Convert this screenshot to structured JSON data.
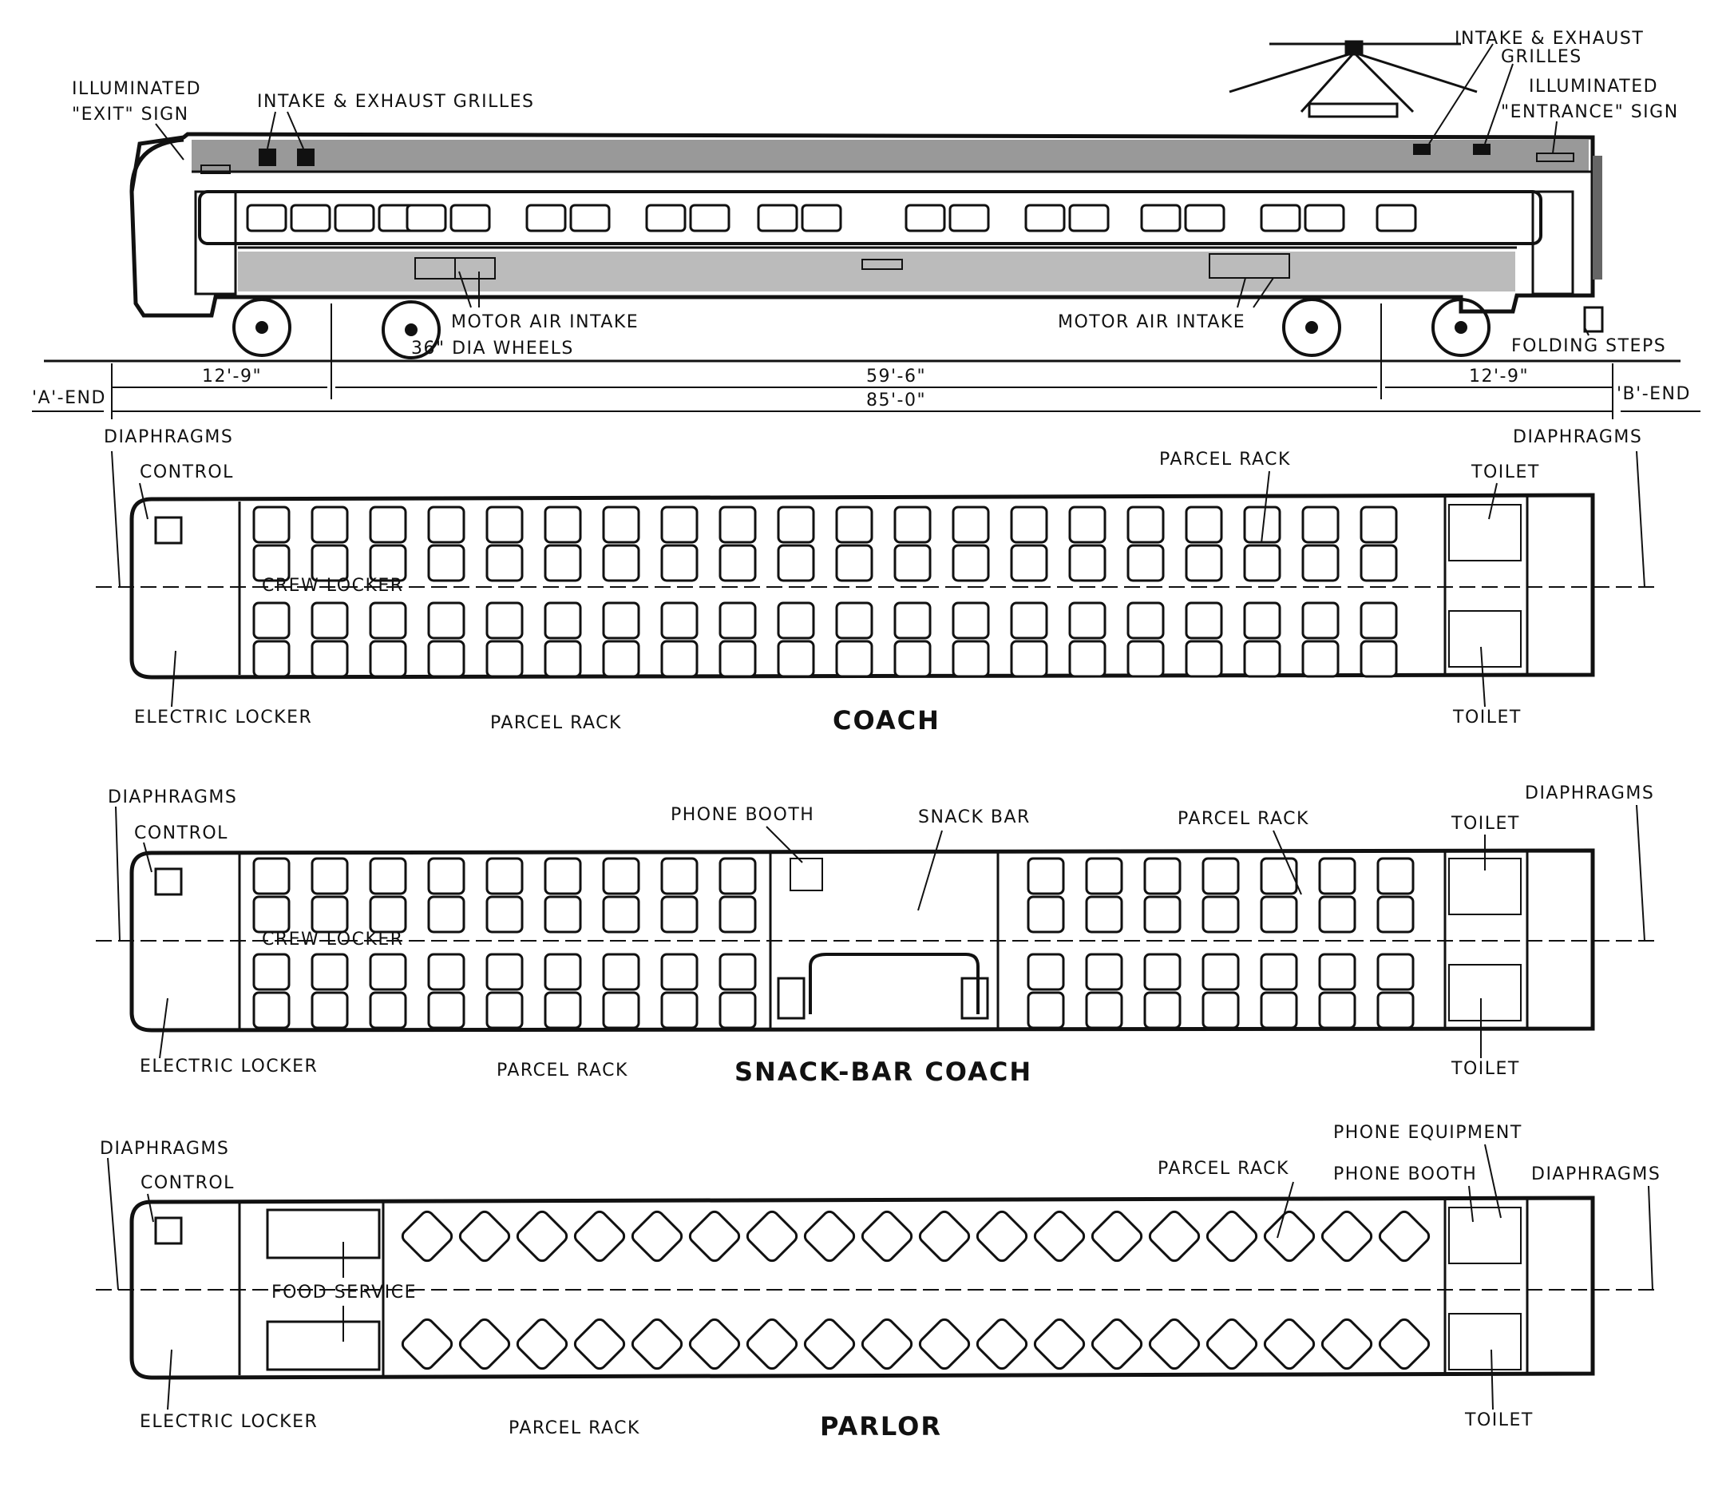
{
  "elevation": {
    "labels": {
      "exit_sign_1": "ILLUMINATED",
      "exit_sign_2": "\"EXIT\" SIGN",
      "intake_left": "INTAKE & EXHAUST GRILLES",
      "intake_right_1": "INTAKE & EXHAUST",
      "intake_right_2": "GRILLES",
      "entrance_sign_1": "ILLUMINATED",
      "entrance_sign_2": "\"ENTRANCE\" SIGN",
      "motor_intake_left": "MOTOR AIR INTAKE",
      "wheels": "36\" DIA WHEELS",
      "motor_intake_right": "MOTOR AIR INTAKE",
      "folding_steps": "FOLDING STEPS"
    },
    "dimensions": {
      "a_end": "'A'-END",
      "b_end": "'B'-END",
      "left_overhang": "12'-9\"",
      "truck_centers": "59'-6\"",
      "right_overhang": "12'-9\"",
      "overall_length": "85'-0\""
    }
  },
  "plans": {
    "coach": {
      "title": "COACH",
      "diaphragms_left": "DIAPHRAGMS",
      "control": "CONTROL",
      "crew_locker": "CREW LOCKER",
      "electric_locker": "ELECTRIC LOCKER",
      "parcel_rack_top": "PARCEL RACK",
      "parcel_rack_bottom": "PARCEL RACK",
      "toilet_top": "TOILET",
      "toilet_bottom": "TOILET",
      "diaphragms_right": "DIAPHRAGMS"
    },
    "snack_bar": {
      "title": "SNACK-BAR COACH",
      "diaphragms_left": "DIAPHRAGMS",
      "control": "CONTROL",
      "crew_locker": "CREW LOCKER",
      "electric_locker": "ELECTRIC LOCKER",
      "phone_booth": "PHONE BOOTH",
      "snack_bar": "SNACK BAR",
      "parcel_rack_top": "PARCEL RACK",
      "parcel_rack_bottom": "PARCEL RACK",
      "toilet_top": "TOILET",
      "toilet_bottom": "TOILET",
      "diaphragms_right": "DIAPHRAGMS"
    },
    "parlor": {
      "title": "PARLOR",
      "diaphragms_left": "DIAPHRAGMS",
      "control": "CONTROL",
      "food_service": "FOOD SERVICE",
      "electric_locker": "ELECTRIC LOCKER",
      "parcel_rack_top": "PARCEL RACK",
      "parcel_rack_bottom": "PARCEL RACK",
      "phone_equipment": "PHONE EQUIPMENT",
      "phone_booth": "PHONE BOOTH",
      "toilet": "TOILET",
      "diaphragms_right": "DIAPHRAGMS"
    }
  }
}
